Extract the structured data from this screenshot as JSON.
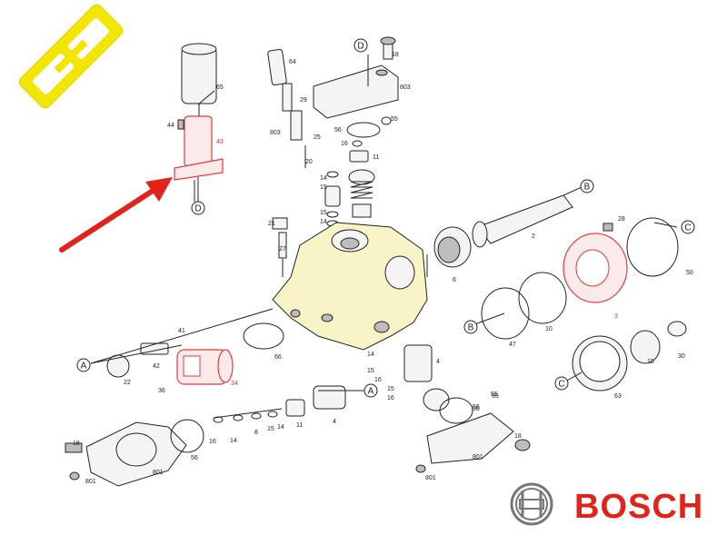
{
  "brand": {
    "name": "BOSCH",
    "color": "#e2231a"
  },
  "logo": {
    "icon": "yellow-chain-link-logo",
    "color": "#f2e600"
  },
  "arrow": {
    "color": "#e2231a"
  },
  "callouts": {
    "a1": "A",
    "a2": "A",
    "b1": "B",
    "b2": "B",
    "c1": "C",
    "c2": "C",
    "d1": "D",
    "d2": "D"
  },
  "part_labels": [
    "65",
    "44",
    "43",
    "18",
    "64",
    "803",
    "29",
    "803",
    "25",
    "56",
    "55",
    "16",
    "11",
    "20",
    "14",
    "15",
    "15",
    "14",
    "21",
    "27",
    "6",
    "2",
    "28",
    "50",
    "3",
    "47",
    "10",
    "19",
    "30",
    "63",
    "4",
    "41",
    "42",
    "22",
    "66",
    "34",
    "36",
    "15",
    "16",
    "14",
    "15",
    "16",
    "56",
    "55",
    "4",
    "11",
    "56",
    "55",
    "16",
    "14",
    "8",
    "15",
    "14",
    "18",
    "801",
    "801",
    "801",
    "56",
    "18",
    "801"
  ]
}
